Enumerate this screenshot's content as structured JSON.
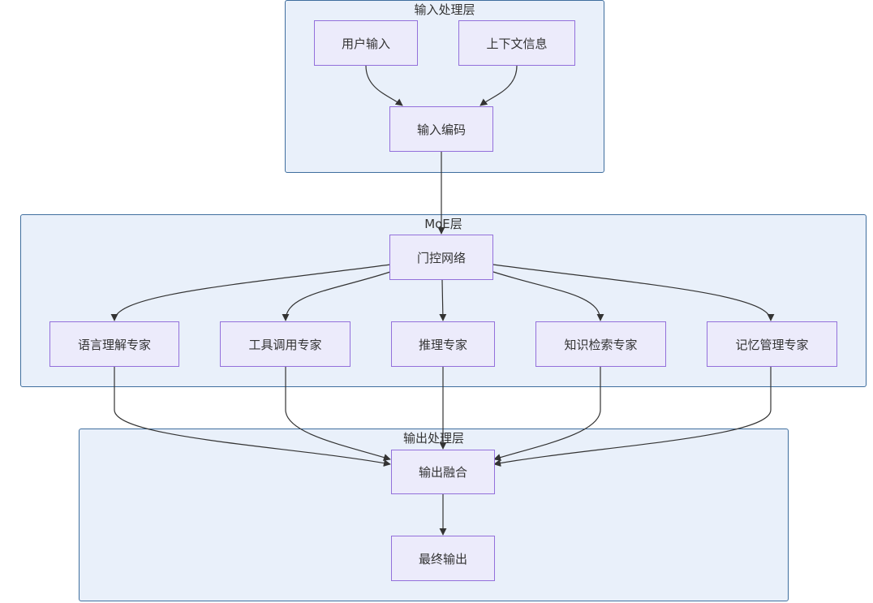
{
  "diagram": {
    "groups": {
      "input": "输入处理层",
      "moe": "MoE层",
      "output": "输出处理层"
    },
    "nodes": {
      "user_input": "用户输入",
      "context_info": "上下文信息",
      "input_encoding": "输入编码",
      "gating_network": "门控网络",
      "language_expert": "语言理解专家",
      "tool_expert": "工具调用专家",
      "reasoning_expert": "推理专家",
      "knowledge_expert": "知识检索专家",
      "memory_expert": "记忆管理专家",
      "output_fusion": "输出融合",
      "final_output": "最终输出"
    },
    "edges": [
      {
        "from": "user_input",
        "to": "input_encoding"
      },
      {
        "from": "context_info",
        "to": "input_encoding"
      },
      {
        "from": "input_encoding",
        "to": "gating_network"
      },
      {
        "from": "gating_network",
        "to": "language_expert"
      },
      {
        "from": "gating_network",
        "to": "tool_expert"
      },
      {
        "from": "gating_network",
        "to": "reasoning_expert"
      },
      {
        "from": "gating_network",
        "to": "knowledge_expert"
      },
      {
        "from": "gating_network",
        "to": "memory_expert"
      },
      {
        "from": "language_expert",
        "to": "output_fusion"
      },
      {
        "from": "tool_expert",
        "to": "output_fusion"
      },
      {
        "from": "reasoning_expert",
        "to": "output_fusion"
      },
      {
        "from": "knowledge_expert",
        "to": "output_fusion"
      },
      {
        "from": "memory_expert",
        "to": "output_fusion"
      },
      {
        "from": "output_fusion",
        "to": "final_output"
      }
    ]
  }
}
